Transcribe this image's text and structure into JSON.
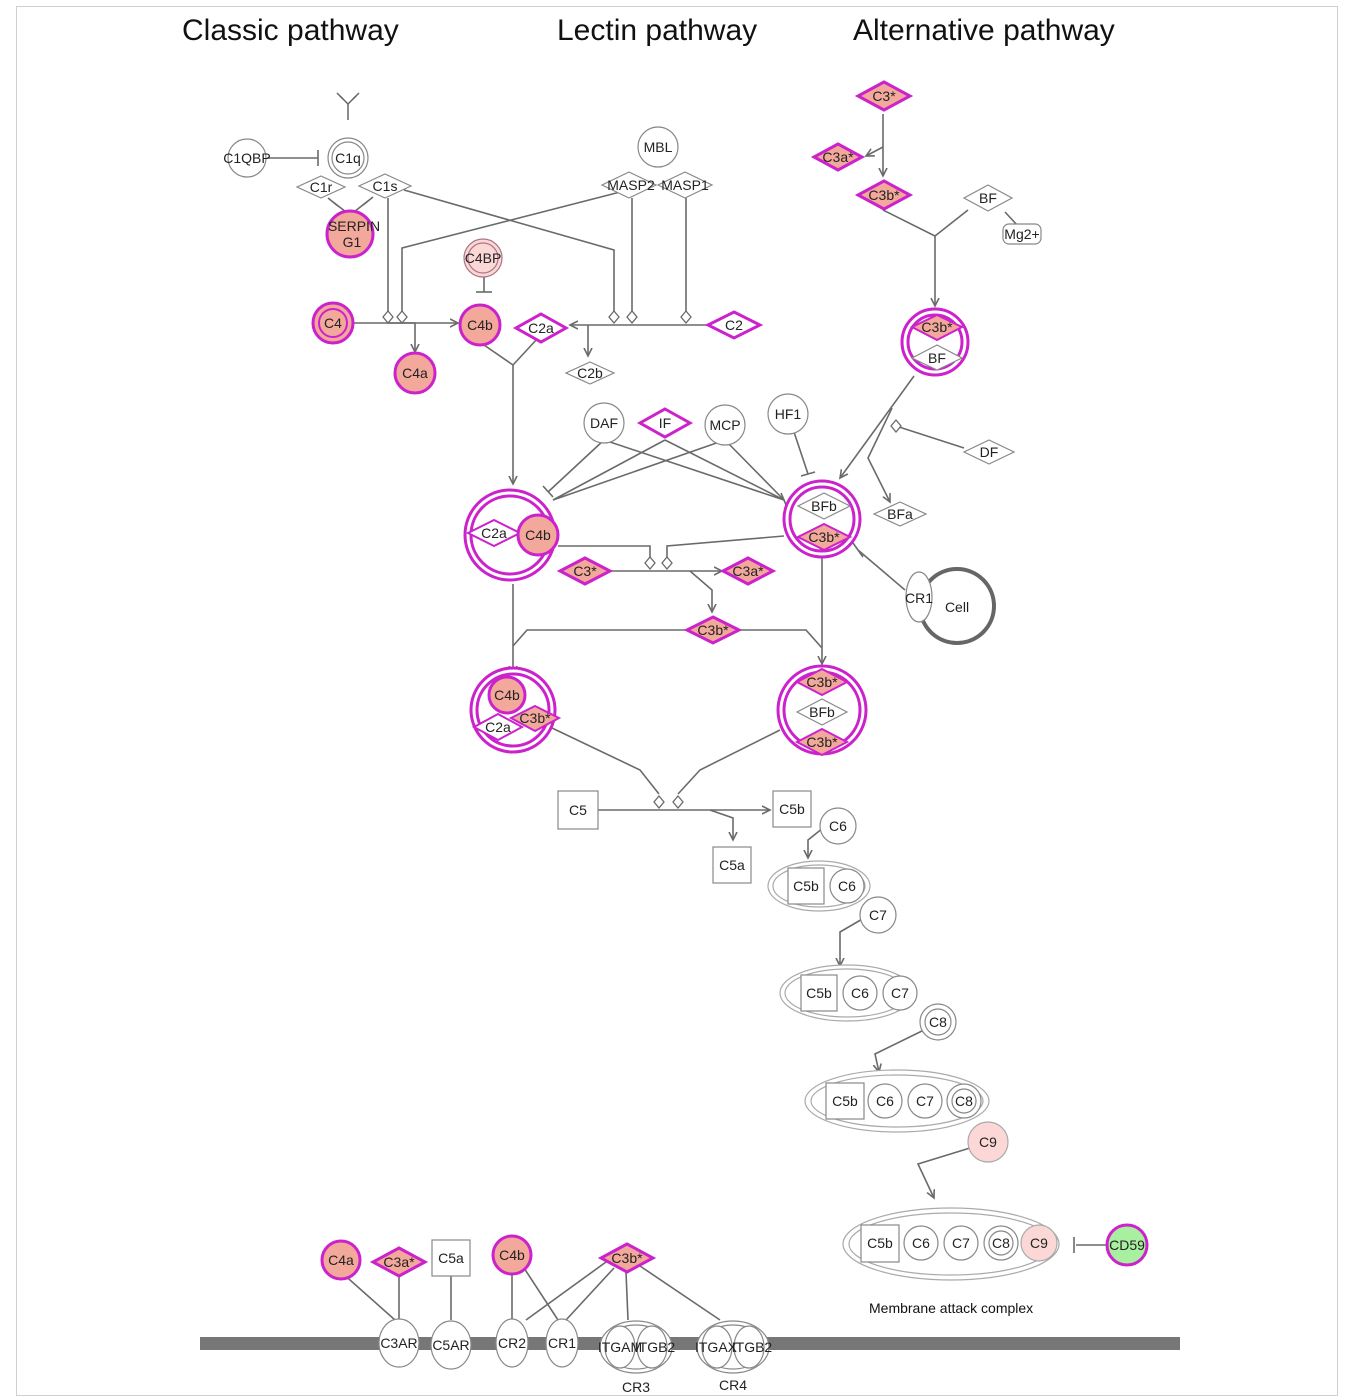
{
  "headings": {
    "classic": "Classic pathway",
    "lectin": "Lectin pathway",
    "alternative": "Alternative pathway"
  },
  "caption": "Membrane attack complex",
  "colors": {
    "magenta_border": "#cc22cc",
    "salmon_fill": "#f2a89a",
    "light_pink_fill": "#fbd8d6",
    "green_fill": "#a8f0a0",
    "edge": "#6a6a6a",
    "membrane": "#777777",
    "outline": "#aaaaaa"
  },
  "nodes": {
    "receptor_icon": "antibody-icon",
    "C1QBP": "C1QBP",
    "C1q": "C1q",
    "C1r": "C1r",
    "C1s": "C1s",
    "SERPING1_a": "SERPIN",
    "SERPING1_b": "G1",
    "MBL": "MBL",
    "MASP2": "MASP2",
    "MASP1": "MASP1",
    "C4BP": "C4BP",
    "C4": "C4",
    "C4b": "C4b",
    "C4a": "C4a",
    "C2a": "C2a",
    "C2": "C2",
    "C2b": "C2b",
    "C3_top": "C3*",
    "C3a_top": "C3a*",
    "C3b_top": "C3b*",
    "BF": "BF",
    "Mg2": "Mg2+",
    "C3bBF_c3b": "C3b*",
    "C3bBF_bf": "BF",
    "DAF": "DAF",
    "IF": "IF",
    "MCP": "MCP",
    "HF1": "HF1",
    "DF": "DF",
    "BFa": "BFa",
    "conv_c2a": "C2a",
    "conv_c4b": "C4b",
    "altconv_bfb": "BFb",
    "altconv_c3b": "C3b*",
    "C3_mid": "C3*",
    "C3a_mid": "C3a*",
    "C3b_mid": "C3b*",
    "CR1_cell": "CR1",
    "Cell": "Cell",
    "c5conv_c4b": "C4b",
    "c5conv_c2a": "C2a",
    "c5conv_c3b": "C3b*",
    "altc5_c3b1": "C3b*",
    "altc5_bfb": "BFb",
    "altc5_c3b2": "C3b*",
    "C5": "C5",
    "C5b": "C5b",
    "C5a": "C5a",
    "C6": "C6",
    "C7": "C7",
    "C8": "C8",
    "C9": "C9",
    "CD59": "CD59",
    "m_C4a": "C4a",
    "m_C3a": "C3a*",
    "m_C5a": "C5a",
    "m_C4b": "C4b",
    "m_C3b": "C3b*",
    "C3AR": "C3AR",
    "C5AR": "C5AR",
    "CR2": "CR2",
    "CR1": "CR1",
    "ITGAM": "ITGAM",
    "ITGB2": "ITGB2",
    "ITGAX": "ITGAX",
    "ITGB2b": "ITGB2",
    "CR3": "CR3",
    "CR4": "CR4"
  }
}
